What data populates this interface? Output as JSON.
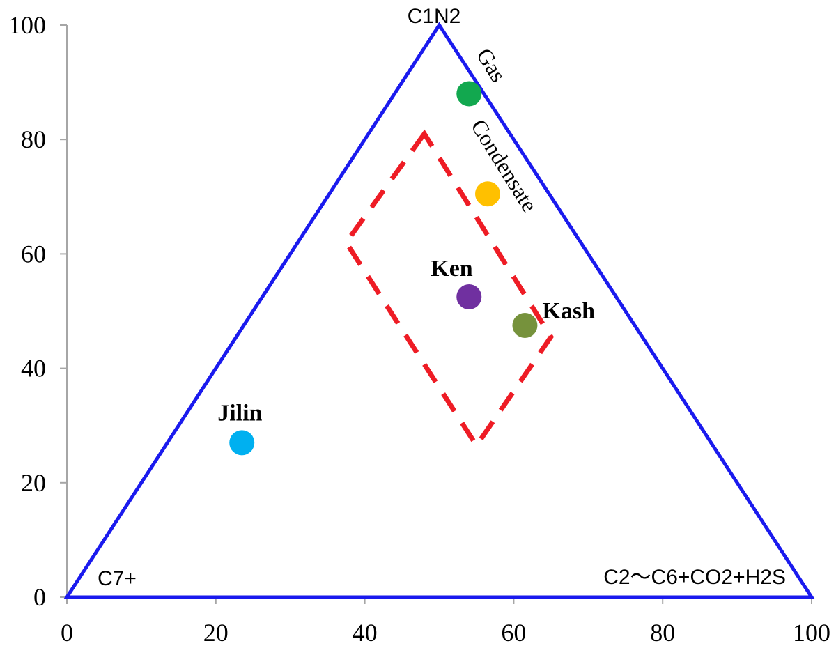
{
  "chart_data": {
    "type": "scatter",
    "xlim": [
      0,
      100
    ],
    "ylim": [
      0,
      100
    ],
    "x_ticks": [
      "0",
      "20",
      "40",
      "60",
      "80",
      "100"
    ],
    "y_ticks": [
      "0",
      "20",
      "40",
      "60",
      "80",
      "100"
    ],
    "grid": false,
    "vertices": {
      "top": "C1N2",
      "bottom_left": "C7+",
      "bottom_right": "C2～C6+CO2+H2S"
    },
    "triangle": [
      [
        0,
        0
      ],
      [
        50,
        100
      ],
      [
        100,
        0
      ]
    ],
    "triangle_color": "#1a1aee",
    "dashed_region": {
      "points": [
        [
          48,
          81
        ],
        [
          37.5,
          62
        ],
        [
          55,
          26.5
        ],
        [
          65,
          45.5
        ]
      ],
      "color": "#ee1c25"
    },
    "region_labels": [
      "Gas",
      "Condensate"
    ],
    "points": [
      {
        "label": "",
        "x": 54,
        "y": 88,
        "color": "#12a84f"
      },
      {
        "label": "",
        "x": 56.5,
        "y": 70.5,
        "color": "#ffc000"
      },
      {
        "label": "Ken",
        "x": 54,
        "y": 52.5,
        "color": "#7030a0"
      },
      {
        "label": "Kash",
        "x": 61.5,
        "y": 47.5,
        "color": "#76923c"
      },
      {
        "label": "Jilin",
        "x": 23.5,
        "y": 27,
        "color": "#00b0f0"
      }
    ]
  }
}
